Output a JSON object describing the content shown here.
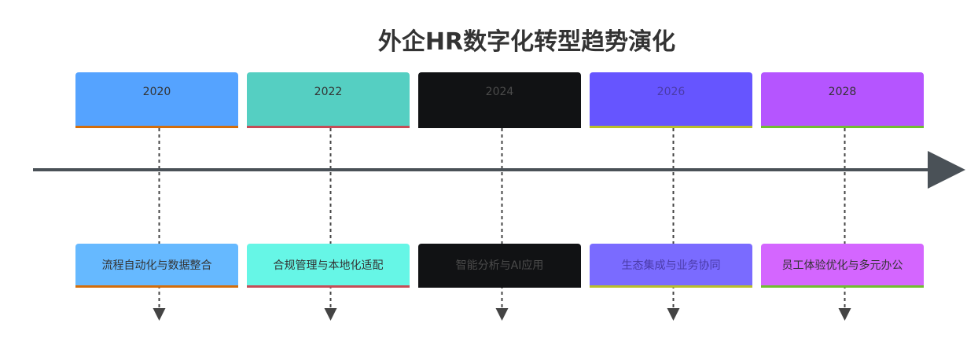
{
  "title": "外企HR数字化转型趋势演化",
  "periods": [
    {
      "year": "2020",
      "event": "流程自动化与数据整合",
      "period_color": "#55a3ff",
      "event_color": "#66b9ff",
      "border_color": "#d36d0a",
      "text_color": "#333333"
    },
    {
      "year": "2022",
      "event": "合规管理与本地化适配",
      "period_color": "#55cfc2",
      "event_color": "#66f6e6",
      "border_color": "#c64b56",
      "text_color": "#333333"
    },
    {
      "year": "2024",
      "event": "智能分析与AI应用",
      "period_color": "#111214",
      "event_color": "#111214",
      "border_color": "#111214",
      "text_color": "#4b4b4b"
    },
    {
      "year": "2026",
      "event": "生态集成与业务协同",
      "period_color": "#6655ff",
      "event_color": "#7a6bff",
      "border_color": "#b9bf2b",
      "text_color": "#4a3ba8"
    },
    {
      "year": "2028",
      "event": "员工体验优化与多元办公",
      "period_color": "#b555ff",
      "event_color": "#d466ff",
      "border_color": "#70be2f",
      "text_color": "#333333"
    }
  ],
  "colors": {
    "axis": "#4a5157",
    "connector": "#444444"
  }
}
